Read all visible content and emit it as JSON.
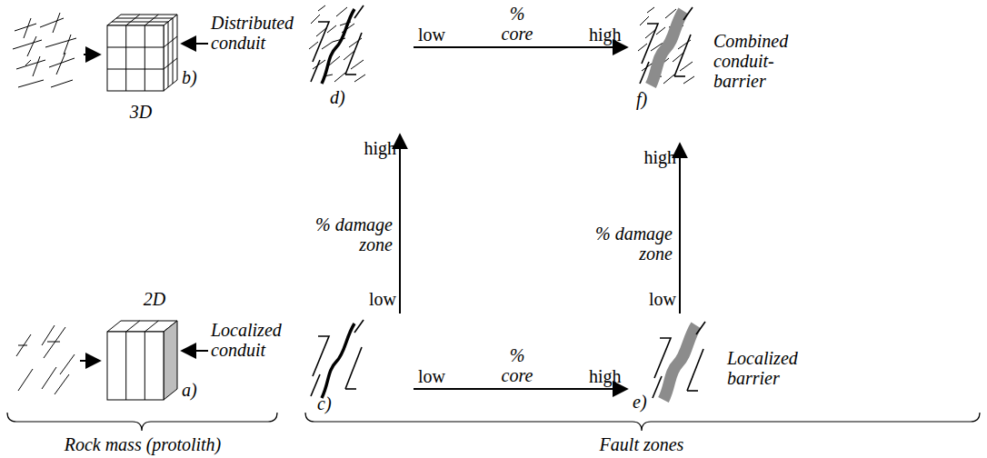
{
  "diagram": {
    "nodes": [
      {
        "text": [
          "2D",
          "a)"
        ]
      },
      {
        "text": [
          "3D",
          "b)"
        ]
      },
      {
        "text": [
          "c)"
        ]
      },
      {
        "text": [
          "d)"
        ]
      },
      {
        "text": [
          "e)",
          "Localized barrier"
        ]
      },
      {
        "text": [
          "f)",
          "Combined conduit- barrier"
        ]
      }
    ],
    "edges": [
      {
        "from": 2,
        "to": 3,
        "arrow": "to",
        "label": "% damage zone"
      },
      {
        "from": 2,
        "to": 4,
        "arrow": "to",
        "label": "% core"
      },
      {
        "from": 3,
        "to": 5,
        "arrow": "to",
        "label": "% core"
      },
      {
        "from": 4,
        "to": 5,
        "arrow": "to",
        "label": "% damage zone"
      }
    ],
    "labels": [
      "Distributed conduit",
      "Localized conduit",
      "low",
      "high",
      "high",
      "low",
      "high",
      "low",
      "low",
      "high",
      "Rock mass (protolith)",
      "Fault zones"
    ]
  }
}
